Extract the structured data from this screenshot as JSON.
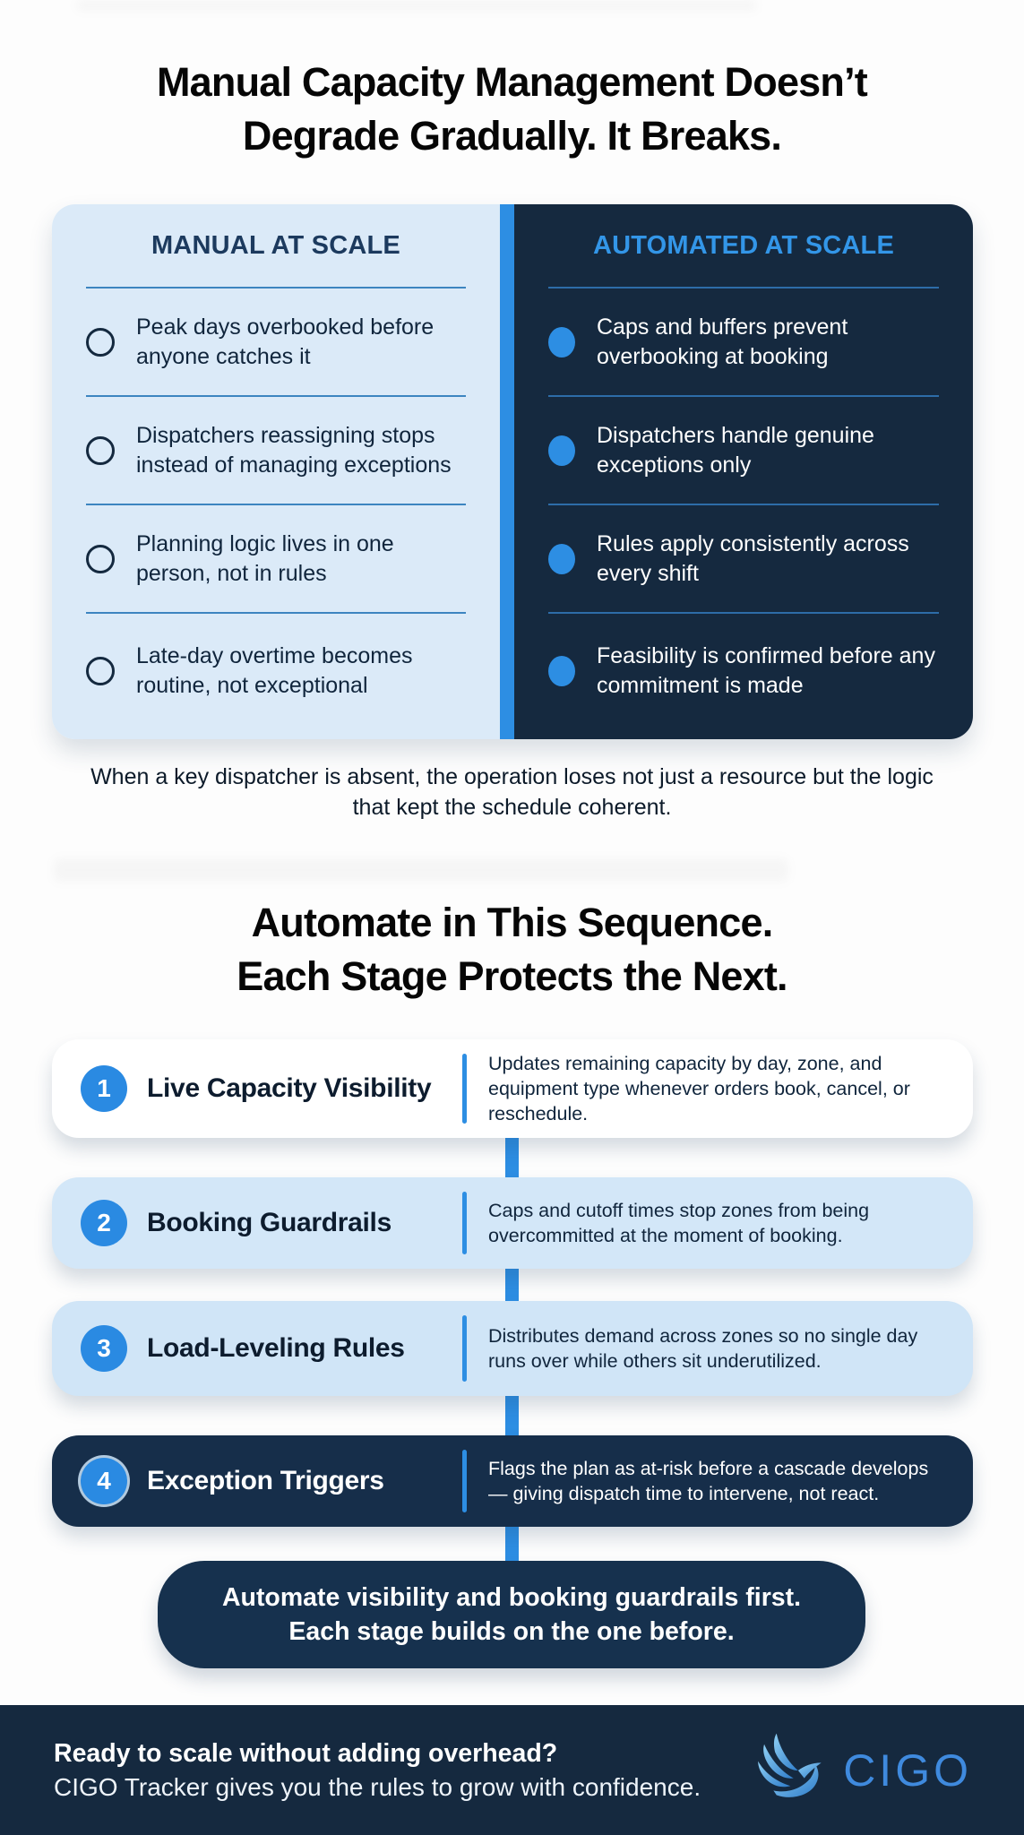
{
  "section1": {
    "title_line1": "Manual Capacity Management Doesn’t",
    "title_line2": "Degrade Gradually. It Breaks.",
    "comparison": {
      "left_header": "MANUAL AT SCALE",
      "right_header": "AUTOMATED AT SCALE",
      "rows": [
        {
          "manual": "Peak days overbooked before anyone catches it",
          "automated": "Caps and buffers prevent overbooking at booking"
        },
        {
          "manual": "Dispatchers reassigning stops instead of managing exceptions",
          "automated": "Dispatchers handle genuine exceptions only"
        },
        {
          "manual": "Planning logic lives in one person, not in rules",
          "automated": "Rules apply consistently across every shift"
        },
        {
          "manual": "Late-day overtime becomes routine, not exceptional",
          "automated": "Feasibility is confirmed before any commitment is made"
        }
      ]
    },
    "caption": "When a key dispatcher is absent, the operation loses not just a resource but the logic that kept the schedule coherent."
  },
  "section2": {
    "title_line1": "Automate in This Sequence.",
    "title_line2": "Each Stage Protects the Next.",
    "stages": [
      {
        "number": "1",
        "title": "Live Capacity Visibility",
        "description": "Updates remaining capacity by day, zone, and equipment type whenever orders book, cancel, or reschedule."
      },
      {
        "number": "2",
        "title": "Booking Guardrails",
        "description": "Caps and cutoff times stop zones from being overcommitted at the moment of booking."
      },
      {
        "number": "3",
        "title": "Load-Leveling Rules",
        "description": "Distributes demand across zones so no single day runs over while others sit underutilized."
      },
      {
        "number": "4",
        "title": "Exception Triggers",
        "description": "Flags the plan as at-risk before a cascade develops — giving dispatch time to intervene, not react."
      }
    ],
    "conclusion_line1": "Automate visibility and booking guardrails first.",
    "conclusion_line2": "Each stage builds on the one before."
  },
  "footer": {
    "headline": "Ready to scale without adding overhead?",
    "subline": "CIGO Tracker gives you the rules to grow with confidence.",
    "brand": "CIGO"
  },
  "colors": {
    "accent_blue": "#2d8ee3",
    "navy": "#15293f",
    "light_panel": "#dbeaf8",
    "stage_light": "#d3e7f8",
    "stage_dark": "#162e4a",
    "pill_navy": "#16314e",
    "header_left": "#1c3a5e",
    "header_right": "#3396e8",
    "logo_blue": "#3f8ade"
  }
}
